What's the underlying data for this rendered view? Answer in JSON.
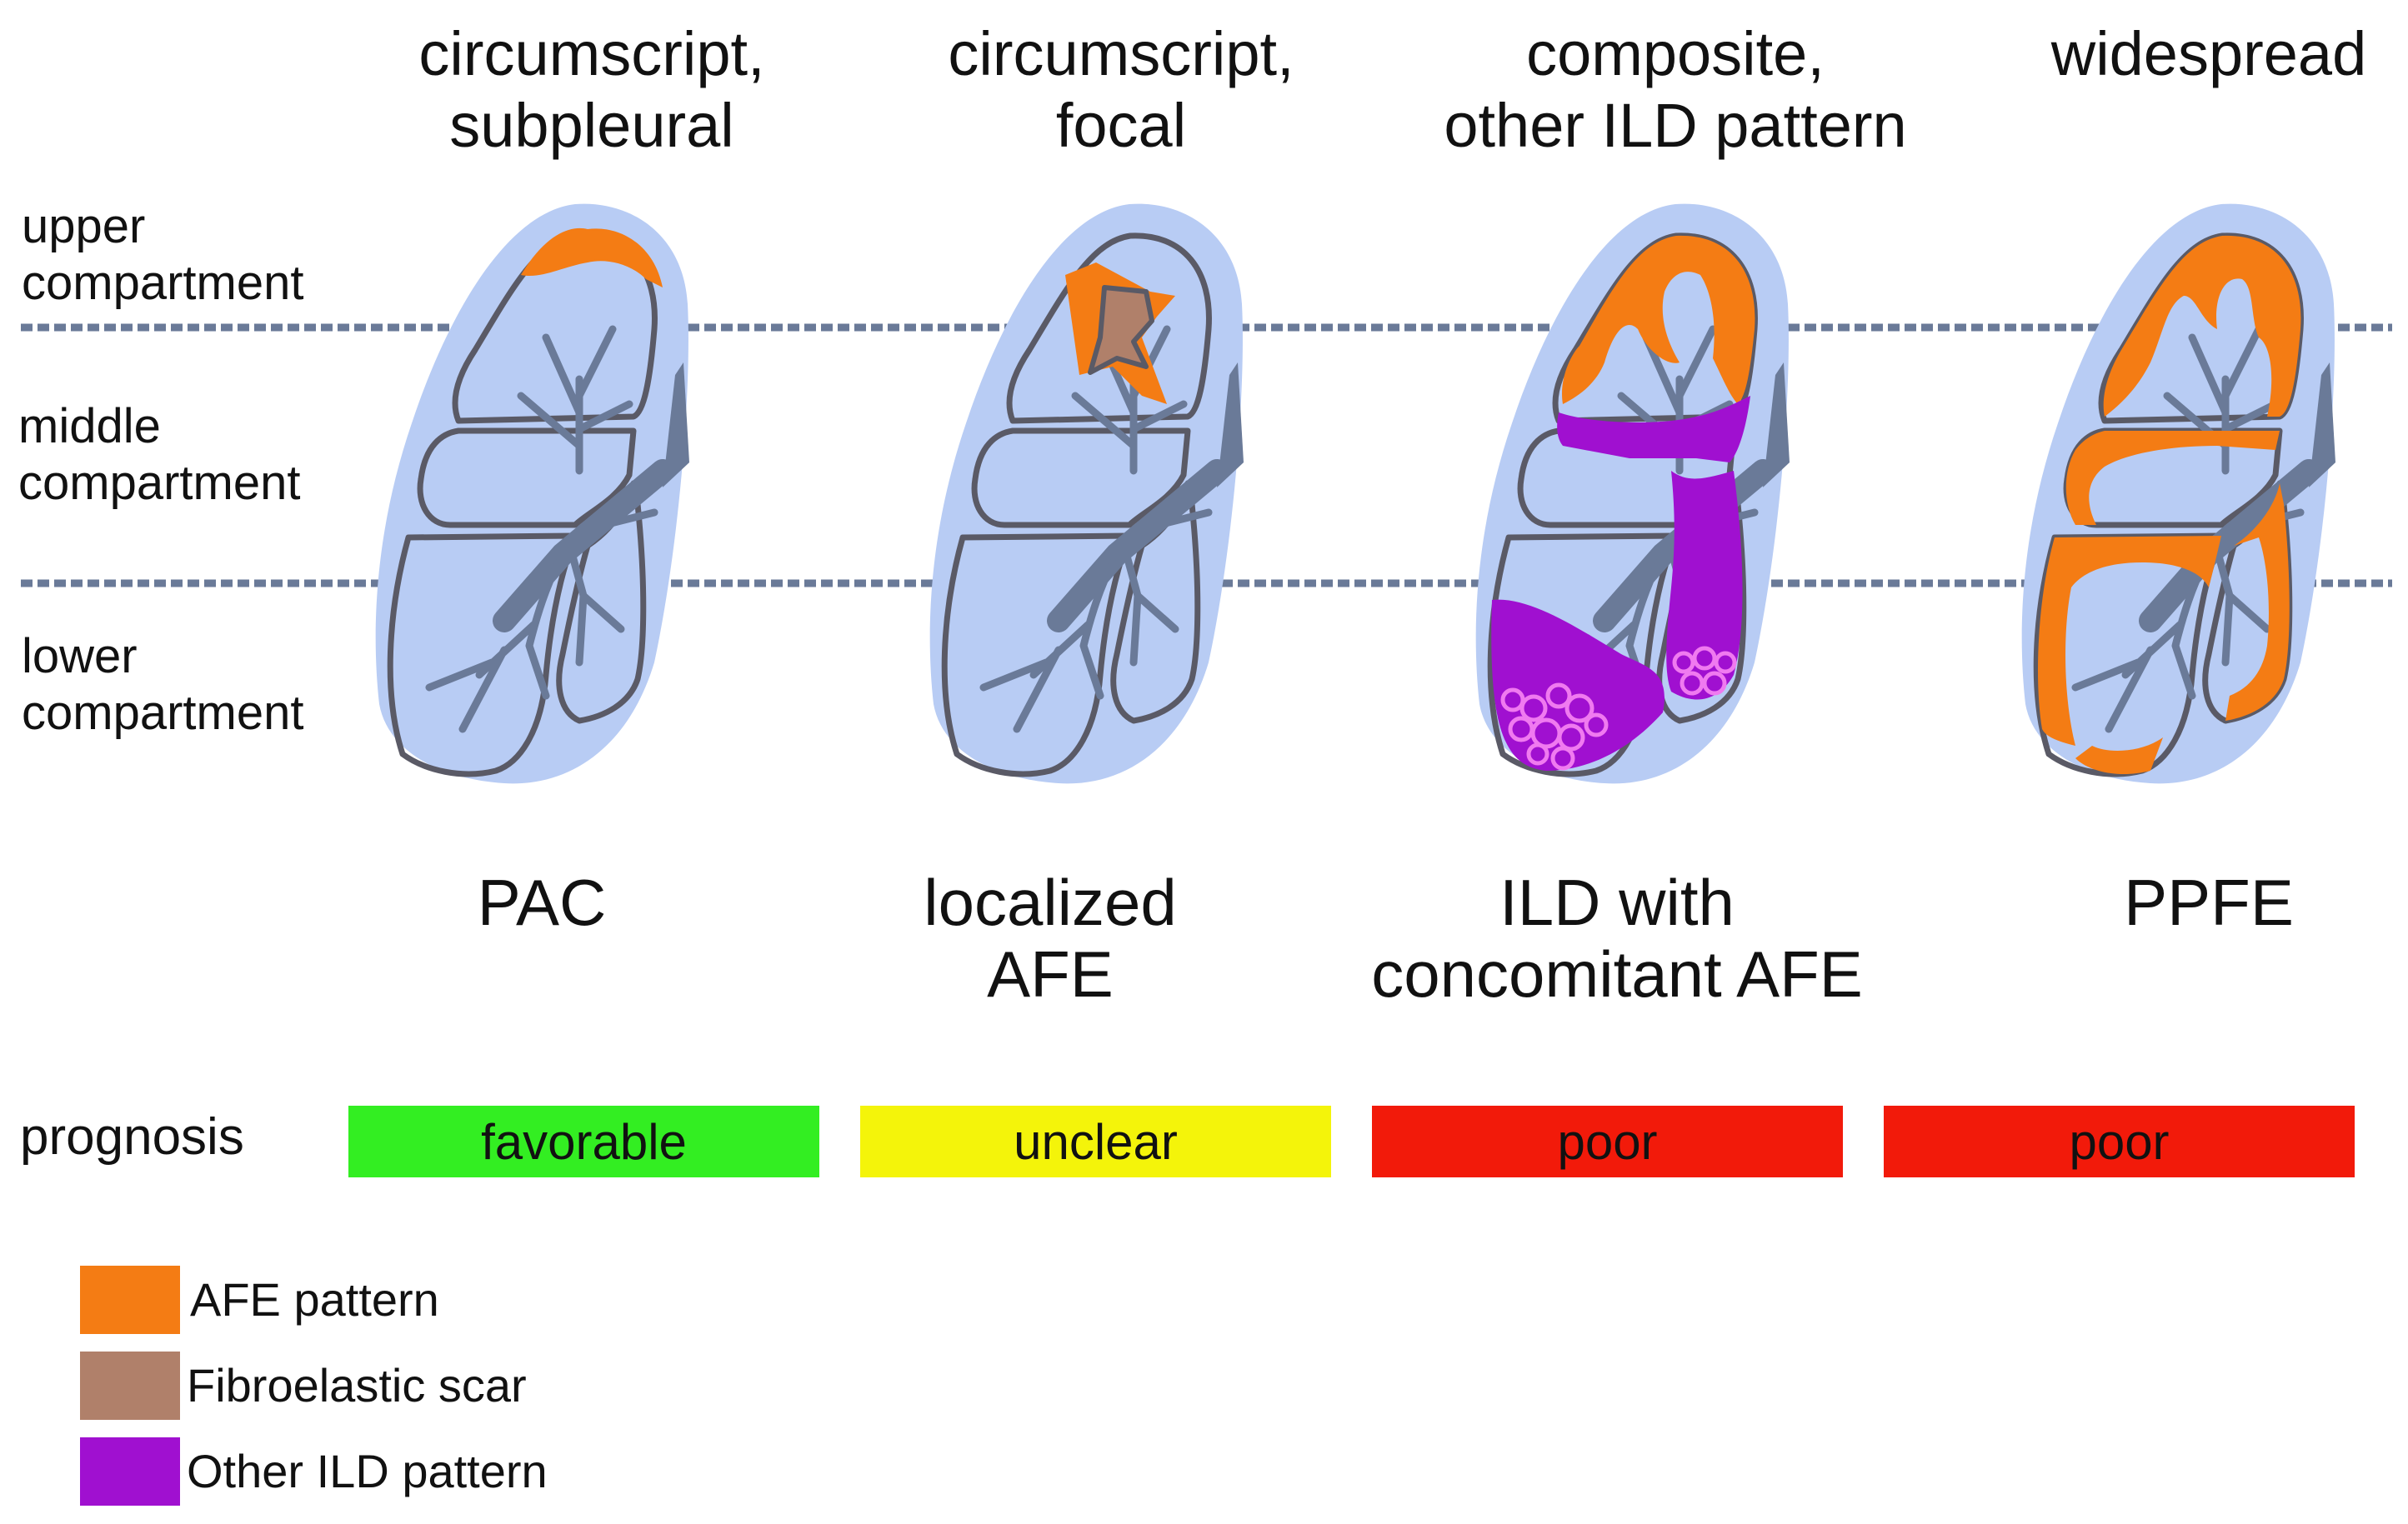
{
  "columns": [
    {
      "title_line1": "circumscript,",
      "title_line2": "subpleural",
      "entity_line1": "PAC",
      "entity_line2": "",
      "prognosis": "favorable",
      "prognosis_color": "#33ee22"
    },
    {
      "title_line1": "circumscript,",
      "title_line2": "focal",
      "entity_line1": "localized",
      "entity_line2": "AFE",
      "prognosis": "unclear",
      "prognosis_color": "#f4f40a"
    },
    {
      "title_line1": "composite,",
      "title_line2": "other ILD pattern",
      "entity_line1": "ILD with",
      "entity_line2": "concomitant AFE",
      "prognosis": "poor",
      "prognosis_color": "#f21a0a"
    },
    {
      "title_line1": "widespread",
      "title_line2": "",
      "entity_line1": "PPFE",
      "entity_line2": "",
      "prognosis": "poor",
      "prognosis_color": "#f21a0a"
    }
  ],
  "compartments": {
    "upper_line1": "upper",
    "upper_line2": "compartment",
    "middle_line1": "middle",
    "middle_line2": "compartment",
    "lower_line1": "lower",
    "lower_line2": "compartment"
  },
  "prognosis_label": "prognosis",
  "legend": [
    {
      "label": "AFE pattern",
      "color": "#f47c14"
    },
    {
      "label": "Fibroelastic scar",
      "color": "#b0806a"
    },
    {
      "label": "Other ILD pattern",
      "color": "#a010d0"
    }
  ],
  "colors": {
    "lung_fill": "#b8ccf4",
    "lung_outline": "#5a5a66",
    "airway": "#6a7a98",
    "afe": "#f47c14",
    "scar": "#b0806a",
    "ild": "#a010d0",
    "cyst": "#f07af0",
    "divider": "#6a7a98"
  }
}
